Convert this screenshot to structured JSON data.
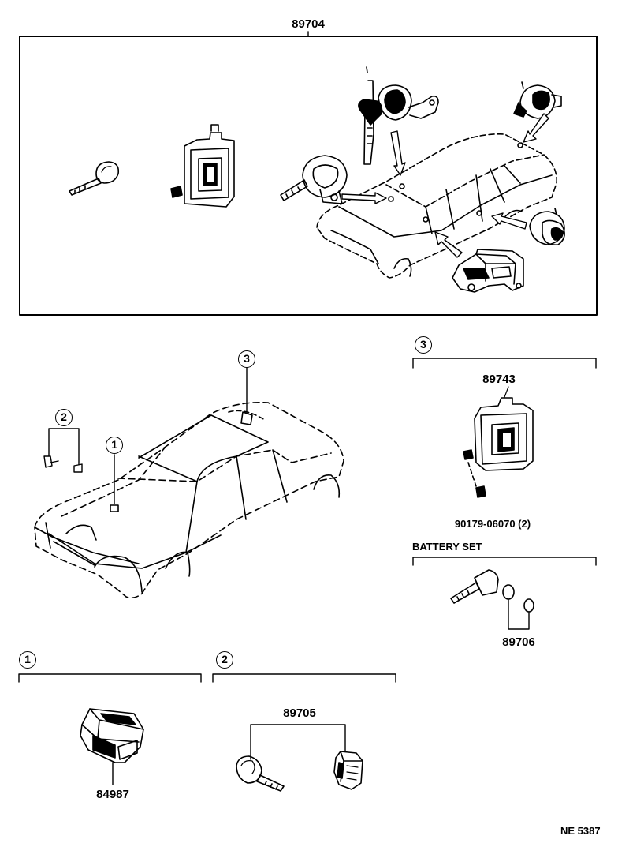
{
  "top_assembly": {
    "part_number": "89704"
  },
  "section_3": {
    "marker": "3",
    "part_number": "89743",
    "bolt_part": "90179-06070 (2)"
  },
  "battery_set": {
    "title": "BATTERY SET",
    "part_number": "89706"
  },
  "section_1": {
    "marker": "1",
    "part_number": "84987"
  },
  "section_2": {
    "marker": "2",
    "part_number": "89705"
  },
  "car_diagram": {
    "callout_1": "1",
    "callout_2": "2",
    "callout_3": "3"
  },
  "diagram_code": "NE 5387"
}
